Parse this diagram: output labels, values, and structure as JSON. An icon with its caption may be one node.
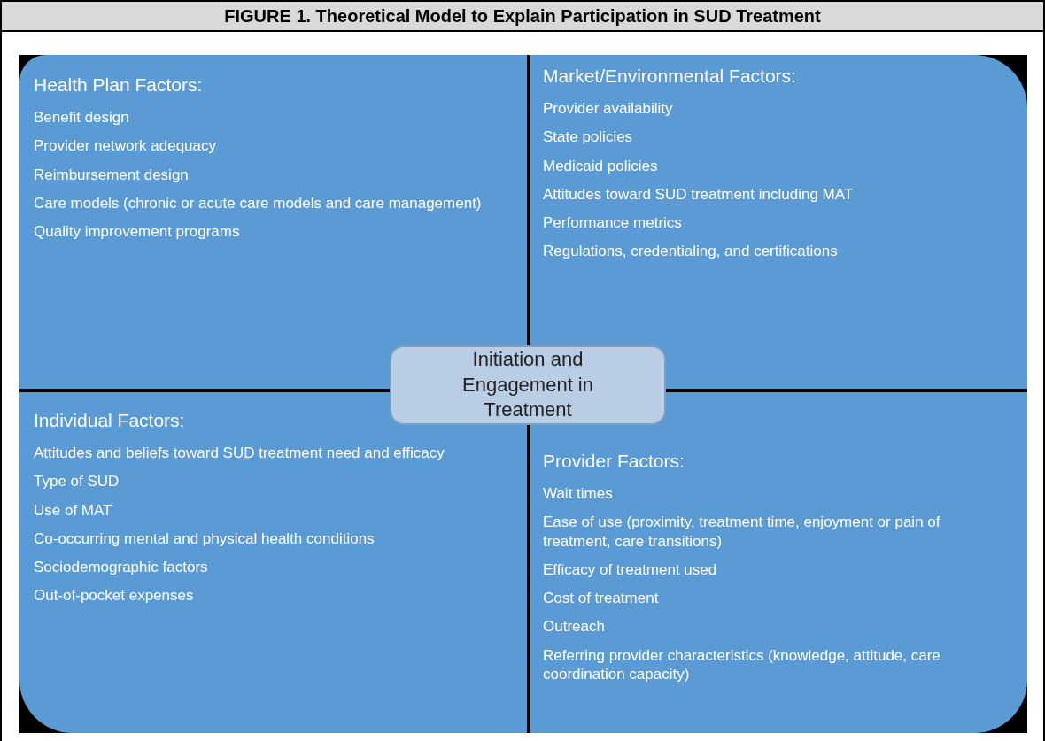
{
  "diagram": {
    "title": "FIGURE 1. Theoretical Model to Explain Participation in SUD Treatment",
    "nodes": [
      {
        "text": [
          "Health Plan Factors:",
          "Benefit design",
          "Provider network adequacy",
          "Reimbursement design",
          "Care models (chronic or acute care models and care management)",
          "Quality improvement programs"
        ]
      },
      {
        "text": [
          "Market/Environmental Factors:",
          "Provider availability",
          "State policies",
          "Medicaid policies",
          "Attitudes toward SUD treatment including MAT",
          "Performance metrics",
          "Regulations, credentialing, and certifications"
        ]
      },
      {
        "text": [
          "Individual Factors:",
          "Attitudes and beliefs toward SUD treatment need and efficacy",
          "Type of SUD",
          "Use of MAT",
          "Co-occurring mental  and physical health conditions",
          "Sociodemographic factors",
          "Out-of-pocket expenses"
        ]
      },
      {
        "text": [
          "Provider Factors:",
          "Wait times",
          "Ease of use (proximity, treatment time, enjoyment or pain of treatment, care transitions)",
          "Efficacy of treatment used",
          "Cost of treatment",
          "Outreach",
          "Referring provider characteristics (knowledge, attitude, care coordination capacity)"
        ]
      },
      {
        "text": [
          "Initiation and Engagement in Treatment"
        ]
      }
    ],
    "edges": []
  }
}
